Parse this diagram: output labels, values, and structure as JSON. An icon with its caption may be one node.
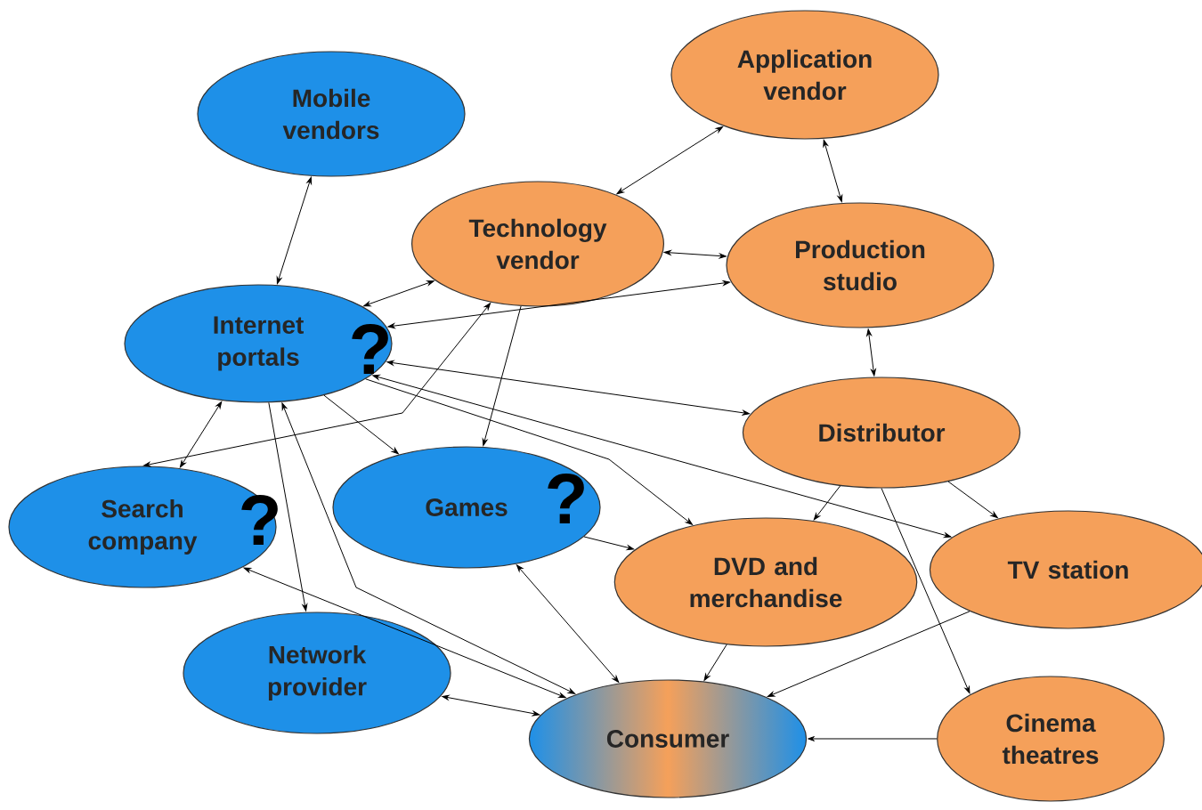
{
  "diagram": {
    "nodes": [
      {
        "text": [
          "Mobile vendors"
        ]
      },
      {
        "text": [
          "Application vendor"
        ]
      },
      {
        "text": [
          "Technology vendor"
        ]
      },
      {
        "text": [
          "Production studio"
        ]
      },
      {
        "text": [
          "Internet portals"
        ]
      },
      {
        "text": [
          "Distributor"
        ]
      },
      {
        "text": [
          "Search company"
        ]
      },
      {
        "text": [
          "Games"
        ]
      },
      {
        "text": [
          "DVD and merchandise"
        ]
      },
      {
        "text": [
          "TV station"
        ]
      },
      {
        "text": [
          "Network provider"
        ]
      },
      {
        "text": [
          "Consumer"
        ]
      },
      {
        "text": [
          "Cinema theatres"
        ]
      }
    ],
    "edges": [
      {
        "from": 0,
        "to": 4,
        "arrow": "both"
      },
      {
        "from": 2,
        "to": 1,
        "arrow": "both"
      },
      {
        "from": 1,
        "to": 3,
        "arrow": "both"
      },
      {
        "from": 2,
        "to": 3,
        "arrow": "both"
      },
      {
        "from": 4,
        "to": 2,
        "arrow": "both"
      },
      {
        "from": 4,
        "to": 3,
        "arrow": "both"
      },
      {
        "from": 3,
        "to": 5,
        "arrow": "both"
      },
      {
        "from": 4,
        "to": 5,
        "arrow": "both"
      },
      {
        "from": 4,
        "to": 9,
        "arrow": "both"
      },
      {
        "from": 4,
        "to": 8,
        "arrow": "to"
      },
      {
        "from": 4,
        "to": 7,
        "arrow": "to"
      },
      {
        "from": 2,
        "to": 7,
        "arrow": "to"
      },
      {
        "from": 4,
        "to": 6,
        "arrow": "both"
      },
      {
        "from": 4,
        "to": 10,
        "arrow": "to"
      },
      {
        "from": 2,
        "to": 6,
        "arrow": "both"
      },
      {
        "from": 11,
        "to": 4,
        "arrow": "both"
      },
      {
        "from": 11,
        "to": 6,
        "arrow": "both"
      },
      {
        "from": 11,
        "to": 7,
        "arrow": "both"
      },
      {
        "from": 11,
        "to": 10,
        "arrow": "both"
      },
      {
        "from": 8,
        "to": 11,
        "arrow": "to"
      },
      {
        "from": 9,
        "to": 11,
        "arrow": "to"
      },
      {
        "from": 12,
        "to": 11,
        "arrow": "to"
      },
      {
        "from": 5,
        "to": 8,
        "arrow": "to"
      },
      {
        "from": 5,
        "to": 9,
        "arrow": "to"
      },
      {
        "from": 5,
        "to": 12,
        "arrow": "to"
      },
      {
        "from": 7,
        "to": 8,
        "arrow": "to"
      }
    ],
    "labels": [
      "?",
      "?",
      "?"
    ]
  }
}
